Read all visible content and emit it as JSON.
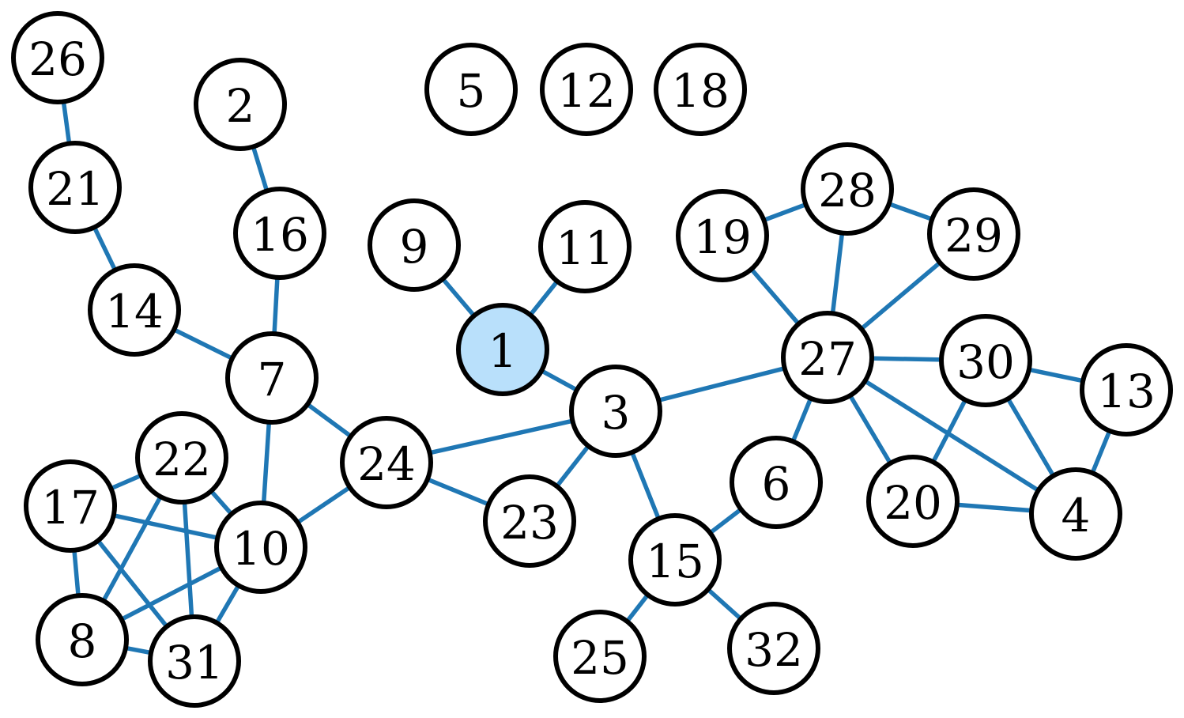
{
  "graph": {
    "highlighted": "1",
    "colors": {
      "edge": "#1f77b4",
      "node_fill": "#ffffff",
      "node_highlight_fill": "#b9e0fb",
      "node_stroke": "#000000"
    },
    "nodes": [
      "26",
      "21",
      "14",
      "2",
      "16",
      "7",
      "22",
      "17",
      "10",
      "8",
      "31",
      "24",
      "9",
      "1",
      "11",
      "5",
      "12",
      "18",
      "3",
      "23",
      "15",
      "25",
      "32",
      "6",
      "27",
      "19",
      "28",
      "29",
      "30",
      "13",
      "20",
      "4"
    ],
    "edges": [
      [
        "26",
        "21"
      ],
      [
        "21",
        "14"
      ],
      [
        "14",
        "7"
      ],
      [
        "2",
        "16"
      ],
      [
        "16",
        "7"
      ],
      [
        "7",
        "10"
      ],
      [
        "7",
        "24"
      ],
      [
        "24",
        "10"
      ],
      [
        "24",
        "3"
      ],
      [
        "24",
        "23"
      ],
      [
        "22",
        "17"
      ],
      [
        "22",
        "10"
      ],
      [
        "22",
        "8"
      ],
      [
        "22",
        "31"
      ],
      [
        "17",
        "10"
      ],
      [
        "17",
        "8"
      ],
      [
        "17",
        "31"
      ],
      [
        "10",
        "8"
      ],
      [
        "10",
        "31"
      ],
      [
        "8",
        "31"
      ],
      [
        "9",
        "1"
      ],
      [
        "11",
        "1"
      ],
      [
        "1",
        "3"
      ],
      [
        "3",
        "23"
      ],
      [
        "3",
        "15"
      ],
      [
        "3",
        "27"
      ],
      [
        "15",
        "25"
      ],
      [
        "15",
        "32"
      ],
      [
        "15",
        "6"
      ],
      [
        "6",
        "27"
      ],
      [
        "19",
        "28"
      ],
      [
        "19",
        "27"
      ],
      [
        "28",
        "29"
      ],
      [
        "28",
        "27"
      ],
      [
        "29",
        "27"
      ],
      [
        "27",
        "30"
      ],
      [
        "27",
        "20"
      ],
      [
        "27",
        "4"
      ],
      [
        "30",
        "13"
      ],
      [
        "30",
        "20"
      ],
      [
        "30",
        "4"
      ],
      [
        "13",
        "4"
      ],
      [
        "20",
        "4"
      ]
    ]
  }
}
